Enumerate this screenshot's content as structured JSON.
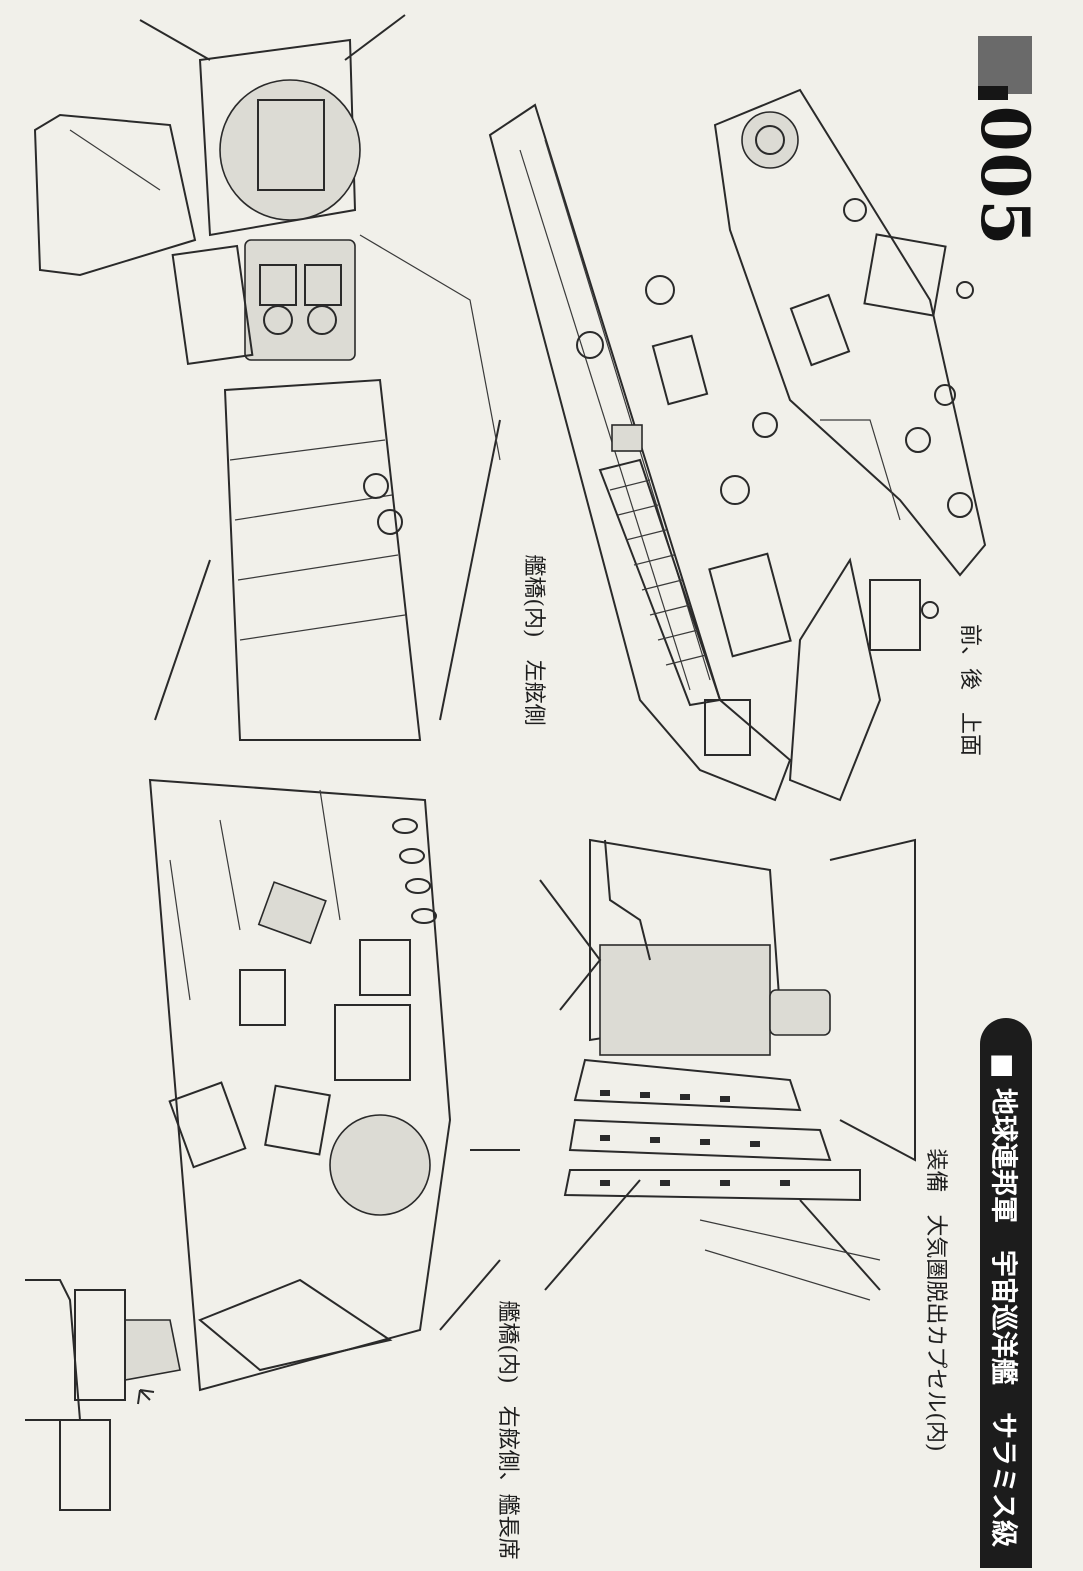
{
  "page_number": "005",
  "category_band": "■ 地球連邦軍　宇宙巡洋艦　サラミス級",
  "captions": {
    "ship_views": "前、後　上面",
    "capsule_interior": "装備　大気圏脱出カプセル(内)",
    "bridge_left": "艦橋(内)　左舷側",
    "bridge_right": "艦橋(内)　右舷側、艦長席"
  },
  "colors": {
    "paper": "#f1f0ea",
    "ink": "#1a1a1a",
    "square": "#6a6a6a",
    "band": "#1c1c1c"
  }
}
